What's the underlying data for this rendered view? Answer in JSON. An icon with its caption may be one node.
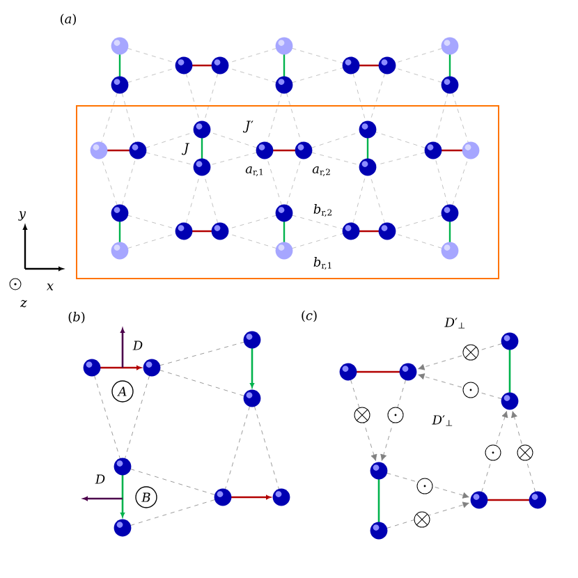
{
  "diagram": {
    "nodes": [
      {
        "text": [
          "A"
        ]
      },
      {
        "text": [
          "B"
        ]
      }
    ],
    "labels": [
      "(*a*)",
      "*J*′",
      "*J*",
      "*a*$_{r,1}$",
      "*a*$_{r,2}$",
      "*b*$_{r,2}$",
      "*y*",
      "*b*$_{r,1}$",
      "*x*",
      "*z*",
      "(*b*)",
      "*D*",
      "*D*",
      "(*c*)",
      "*D*′$_{⊥}$",
      "*D*′$_{⊥}$"
    ]
  }
}
